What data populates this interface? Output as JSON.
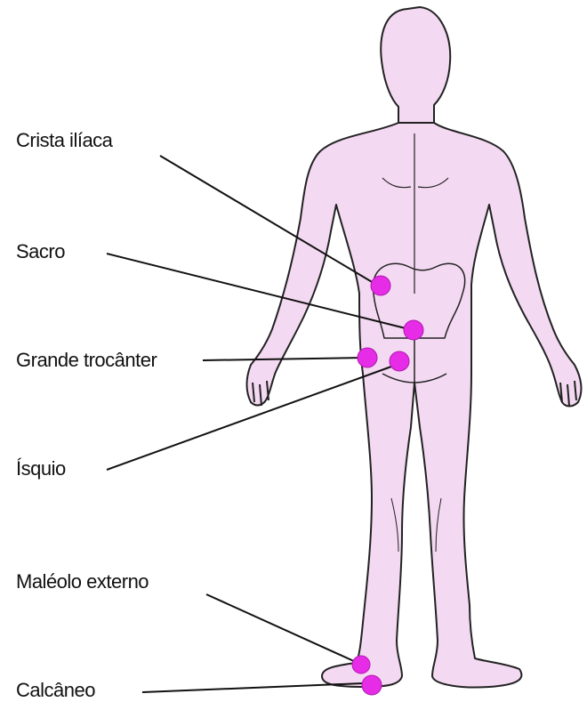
{
  "labels": {
    "crista_iliaca": "Crista ilíaca",
    "sacro": "Sacro",
    "grande_trocanter": "Grande trocânter",
    "isquio": "Ísquio",
    "maleolo_externo": "Maléolo externo",
    "calcaneo": "Calcâneo"
  },
  "colors": {
    "skin": "#f4d9f2",
    "outline": "#222222",
    "marker": "#e62ce6",
    "leader": "#111111"
  },
  "markers": [
    {
      "name": "crista-iliaca-marker"
    },
    {
      "name": "sacro-marker"
    },
    {
      "name": "grande-trocanter-marker"
    },
    {
      "name": "isquio-marker"
    },
    {
      "name": "maleolo-externo-marker"
    },
    {
      "name": "calcaneo-marker"
    }
  ]
}
